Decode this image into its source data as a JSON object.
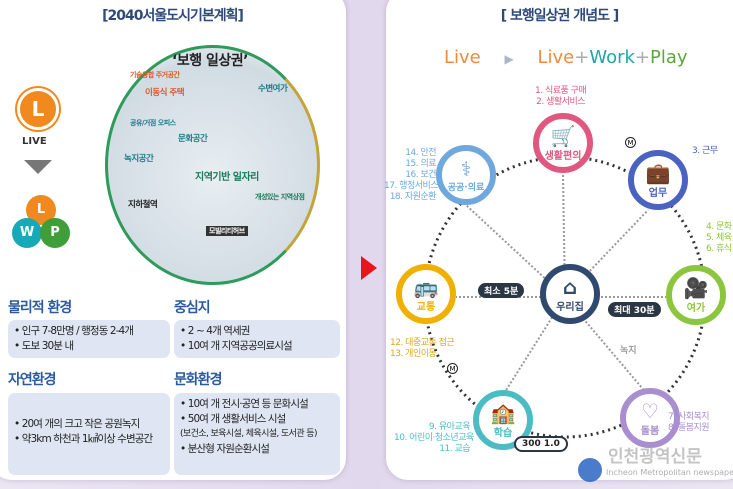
{
  "left": {
    "title": "[2040서울도시기본계획]",
    "live_badge": "L",
    "live_label": "LIVE",
    "lwp": [
      "L",
      "W",
      "P"
    ],
    "map": {
      "title": "‘보행 일상권’",
      "labels": [
        "기술융합 주거공간",
        "이동식 주택",
        "수변여가",
        "공유/거점 오피스",
        "문화공간",
        "녹지공간",
        "지역기반 일자리",
        "지하철역",
        "개성있는 지역상점",
        "모빌리티허브"
      ]
    },
    "sections": [
      {
        "heading": "물리적 환경",
        "items": [
          "• 인구 7-8만명 / 행정동 2-4개",
          "• 도보 30분 내"
        ]
      },
      {
        "heading": "중심지",
        "items": [
          "• 2 ~ 4개 역세권",
          "• 10여 개 지역공공의료시설"
        ]
      },
      {
        "heading": "자연환경",
        "items": [
          "• 20여 개의 크고 작은 공원녹지",
          "• 약3km 하천과 1㎢이상 수변공간"
        ]
      },
      {
        "heading": "문화환경",
        "items": [
          "• 10여 개 전시·공연 등 문화시설",
          "• 50여 개 생활서비스 시설",
          "(보건소, 보육시설, 체육시설, 도서관 등)",
          "• 분산형 자원순환시설"
        ]
      }
    ]
  },
  "right": {
    "title": "[ 보행일상권 개념도 ]",
    "headline": {
      "live": "Live",
      "arrow": "▶",
      "live2": "Live",
      "plus1": "+",
      "work": "Work",
      "plus2": "+",
      "play": "Play"
    },
    "center": {
      "label": "우리집",
      "color": "#2f4a6e"
    },
    "nodes": [
      {
        "label": "생활편의",
        "color": "#e0577f",
        "items": "1. 식료품 구매\n2. 생활서비스"
      },
      {
        "label": "업무",
        "color": "#4a62c0",
        "items": "3. 근무"
      },
      {
        "label": "여가",
        "color": "#8cc63f",
        "items": "4. 문화\n5. 체육\n6. 휴식"
      },
      {
        "label": "돌봄",
        "color": "#a98fd0",
        "items": "7. 사회복지\n8. 돌봄지원"
      },
      {
        "label": "학습",
        "color": "#4bbcc4",
        "items": "9. 유아교육\n10. 어린이·청소년교육\n11. 교습"
      },
      {
        "label": "교통",
        "color": "#f0b000",
        "items": "12. 대중교통 접근\n13. 개인이동"
      },
      {
        "label": "공공·의료",
        "color": "#6fa8dc",
        "items": "14. 안전\n15. 의료\n16. 보건\n17. 행정서비스\n18. 자원순환"
      }
    ],
    "pills": {
      "min": "최소 5분",
      "max": "최대 30분",
      "bottom": "300   1.0"
    },
    "green_label": "녹지",
    "metro": "M"
  },
  "watermark": {
    "ko": "인천광역신문",
    "en": "Incheon Metropolitan newspaper"
  }
}
